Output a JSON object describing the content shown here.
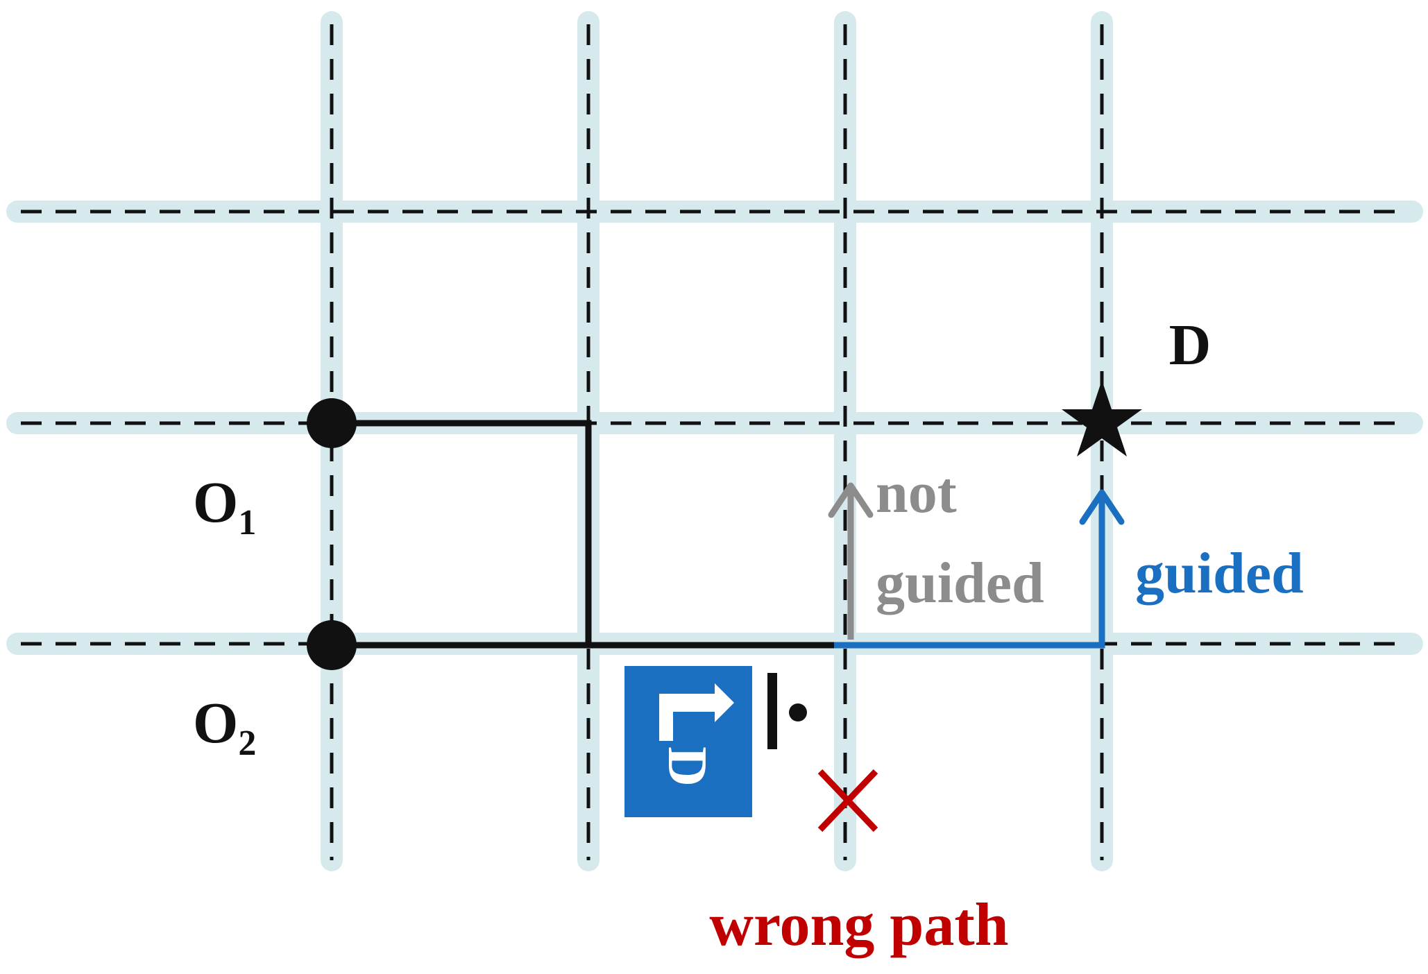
{
  "labels": {
    "destination": "D",
    "origin1_letter": "O",
    "origin1_sub": "1",
    "origin2_letter": "O",
    "origin2_sub": "2",
    "not_guided_line1": "not",
    "not_guided_line2": "guided",
    "guided": "guided",
    "wrong_path": "wrong path",
    "sign_letter": "D"
  },
  "colors": {
    "road_band": "#d6eaee",
    "dash": "#111111",
    "path": "#111111",
    "guided": "#1a6fc0",
    "not_guided": "#8c8c8c",
    "wrong": "#c00000",
    "sign_bg": "#1a6fc0",
    "sign_fg": "#ffffff"
  },
  "icons": {
    "origin_marker": "filled-circle",
    "destination_marker": "star-icon",
    "wrong_marker": "cross-icon",
    "sign": "direction-sign-icon",
    "arrow": "arrow-up-icon"
  }
}
